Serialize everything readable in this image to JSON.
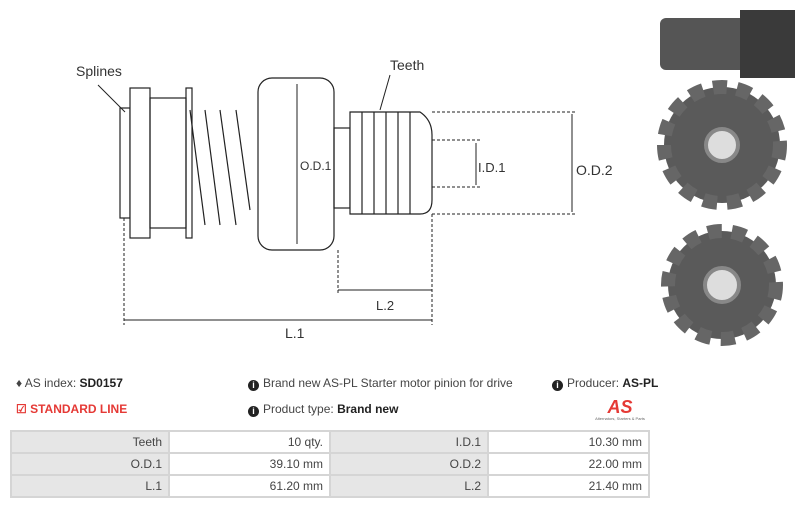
{
  "diagram": {
    "labels": {
      "splines": "Splines",
      "teeth": "Teeth",
      "od1": "O.D.1",
      "id1": "I.D.1",
      "od2": "O.D.2",
      "l1": "L.1",
      "l2": "L.2"
    }
  },
  "info": {
    "as_index_label": "AS index:",
    "as_index_value": "SD0157",
    "line": "STANDARD LINE",
    "description": "Brand new AS-PL Starter motor pinion for drive",
    "product_type_label": "Product type:",
    "product_type_value": "Brand new",
    "producer_label": "Producer:",
    "producer_value": "AS-PL",
    "logo_text": "AS",
    "logo_tagline": "Alternators, Starters & Parts",
    "accent": "#e53935"
  },
  "specs": [
    {
      "k1": "Teeth",
      "v1": "10 qty.",
      "k2": "I.D.1",
      "v2": "10.30 mm"
    },
    {
      "k1": "O.D.1",
      "v1": "39.10 mm",
      "k2": "O.D.2",
      "v2": "22.00 mm"
    },
    {
      "k1": "L.1",
      "v1": "61.20 mm",
      "k2": "L.2",
      "v2": "21.40 mm"
    }
  ]
}
